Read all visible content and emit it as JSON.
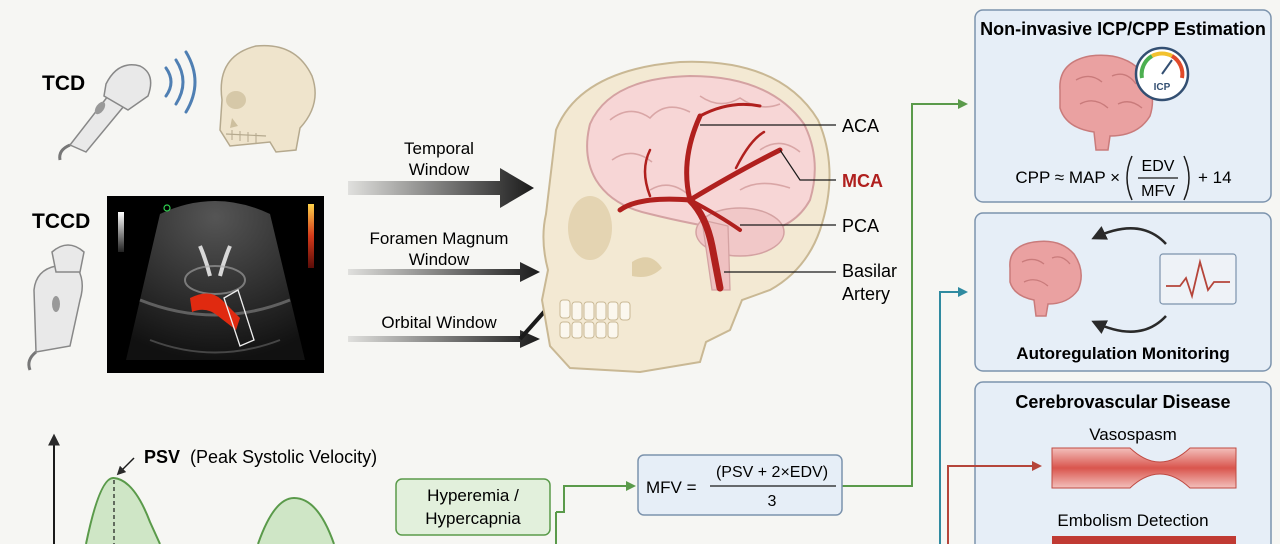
{
  "probes": {
    "tcd_label": "TCD",
    "tccd_label": "TCCD"
  },
  "windows": {
    "temporal_line1": "Temporal",
    "temporal_line2": "Window",
    "foramen_line1": "Foramen Magnum",
    "foramen_line2": "Window",
    "orbital": "Orbital Window"
  },
  "vessels": {
    "aca": "ACA",
    "mca": "MCA",
    "pca": "PCA",
    "basilar_line1": "Basilar",
    "basilar_line2": "Artery"
  },
  "panels": {
    "icp": {
      "title": "Non-invasive ICP/CPP Estimation",
      "gauge_label": "ICP",
      "formula_left": "CPP ≈ MAP ×",
      "formula_num": "EDV",
      "formula_den": "MFV",
      "formula_right": "+ 14"
    },
    "autoregulation": {
      "title": "Autoregulation Monitoring"
    },
    "cerebrovascular": {
      "title": "Cerebrovascular Disease",
      "vasospasm": "Vasospasm",
      "embolism": "Embolism Detection"
    }
  },
  "waveform": {
    "psv_abbr": "PSV",
    "psv_full": "(Peak Systolic Velocity)"
  },
  "hyperemia": {
    "line1": "Hyperemia /",
    "line2": "Hypercapnia"
  },
  "mfv_formula": {
    "left": "MFV =",
    "numerator": "(PSV + 2×EDV)",
    "denominator": "3"
  },
  "colors": {
    "green_arrow": "#5a9a4a",
    "teal_arrow": "#2f8aa0",
    "red_arrow": "#b5453a",
    "artery_red": "#b0201e",
    "panel_fill": "#e6eef7",
    "panel_border": "#7c93ad"
  }
}
